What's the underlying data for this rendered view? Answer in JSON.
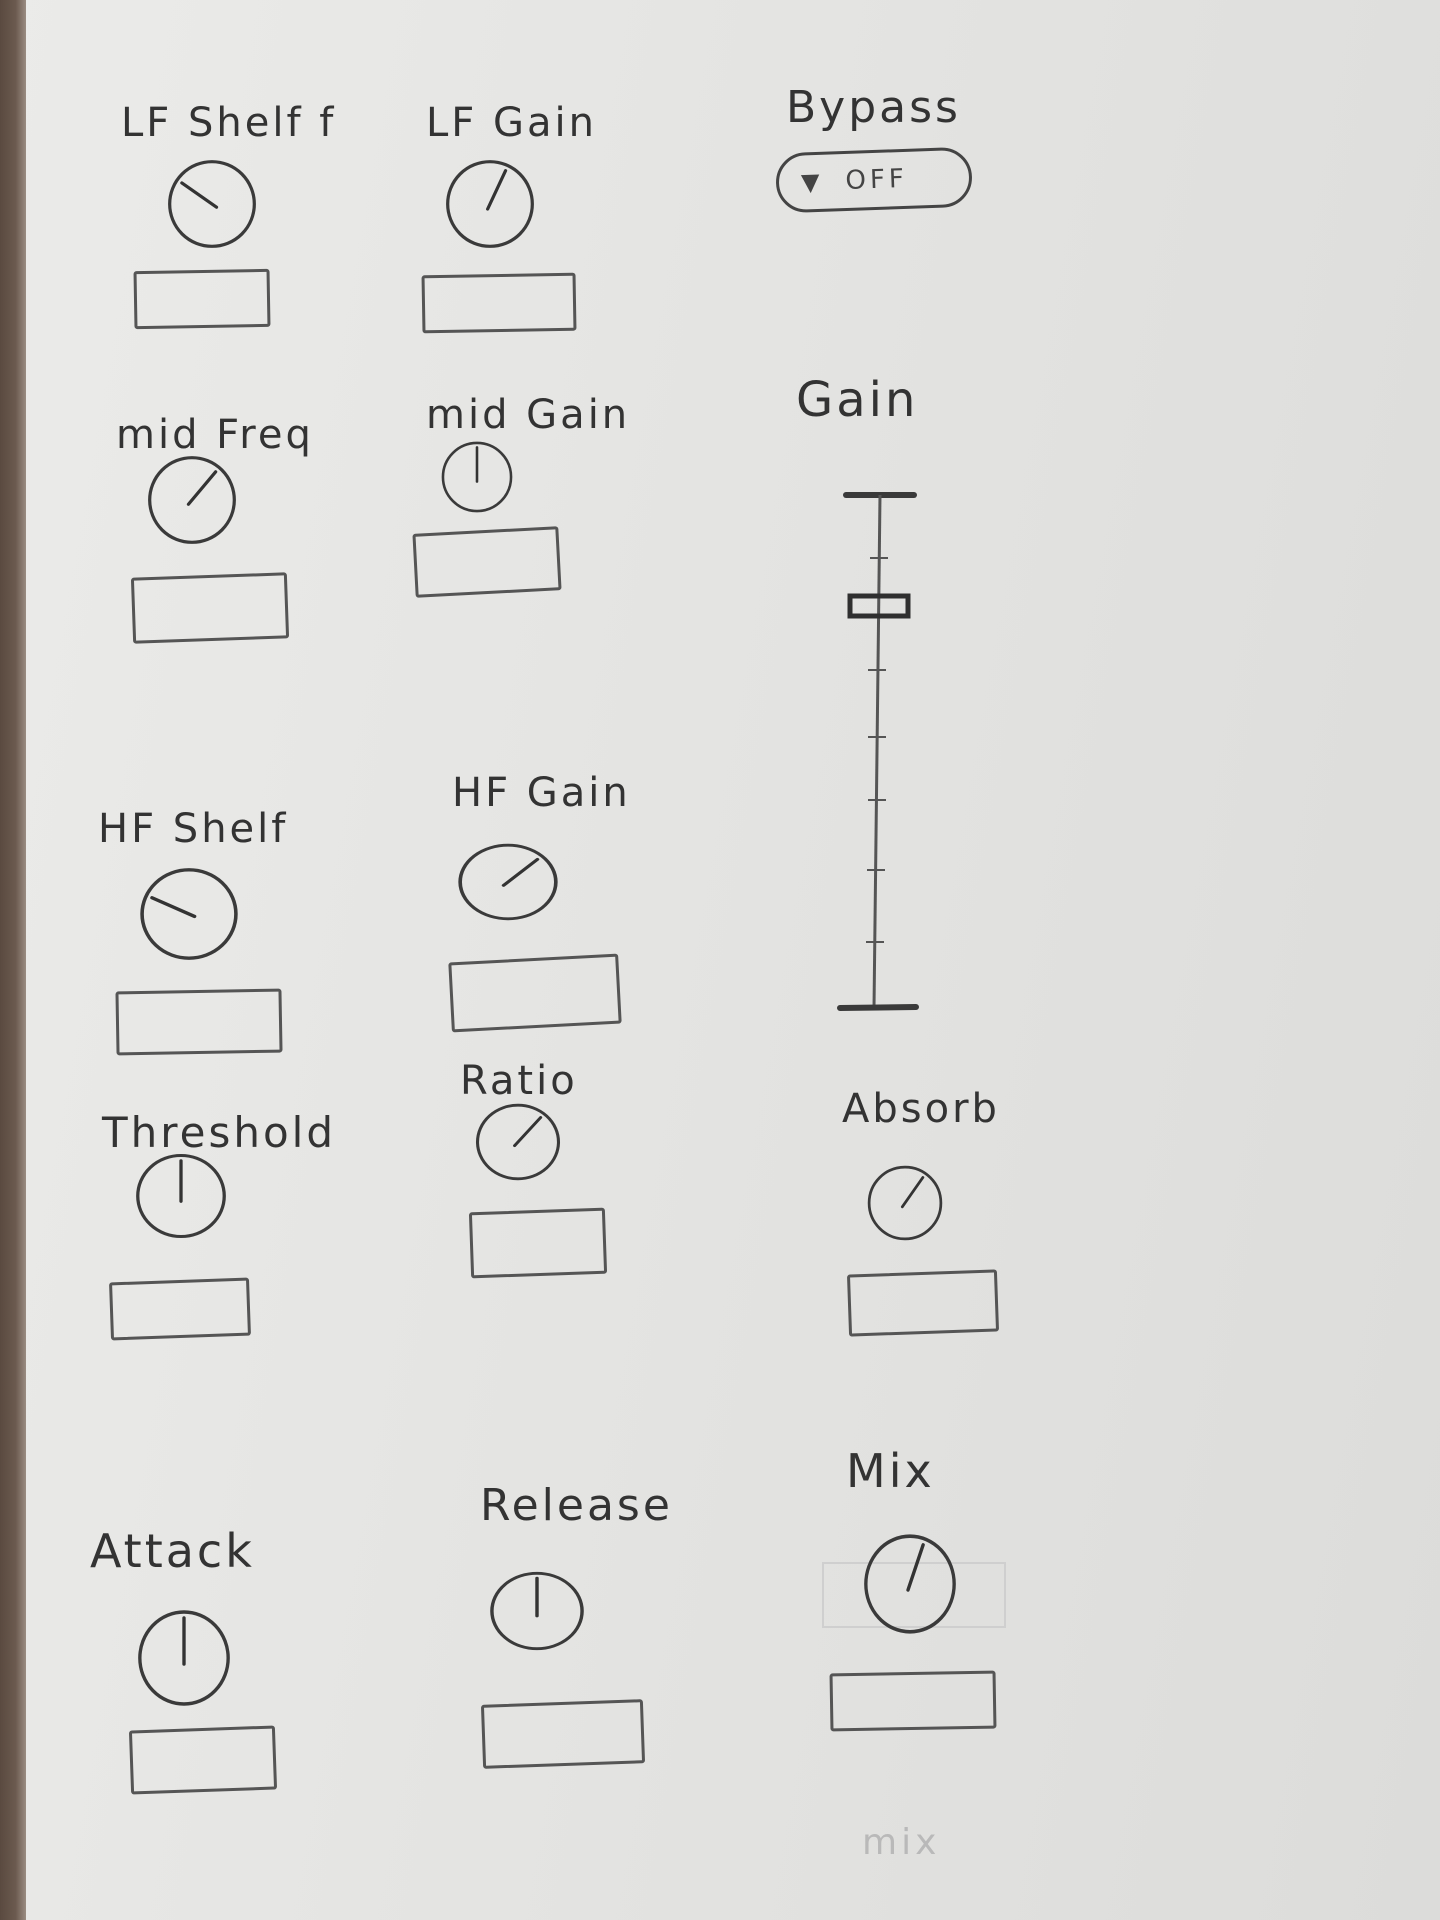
{
  "bypass": {
    "label": "Bypass",
    "state": "OFF"
  },
  "gain_fader": {
    "label": "Gain",
    "ticks": 7
  },
  "controls": [
    {
      "id": "lf-shelf",
      "label": "LF Shelf f",
      "angle": -55
    },
    {
      "id": "lf-gain",
      "label": "LF Gain",
      "angle": 25
    },
    {
      "id": "mid-freq",
      "label": "mid Freq",
      "angle": 40
    },
    {
      "id": "mid-gain",
      "label": "mid Gain",
      "angle": 0
    },
    {
      "id": "hf-shelf",
      "label": "HF Shelf",
      "angle": -65
    },
    {
      "id": "hf-gain",
      "label": "HF Gain",
      "angle": 45
    },
    {
      "id": "threshold",
      "label": "Threshold",
      "angle": 0
    },
    {
      "id": "ratio",
      "label": "Ratio",
      "angle": 40
    },
    {
      "id": "absorb",
      "label": "Absorb",
      "angle": 35
    },
    {
      "id": "attack",
      "label": "Attack",
      "angle": 0
    },
    {
      "id": "release",
      "label": "Release",
      "angle": 0
    },
    {
      "id": "mix",
      "label": "Mix",
      "angle": 20
    }
  ],
  "faint": {
    "mix_note": "mix"
  }
}
